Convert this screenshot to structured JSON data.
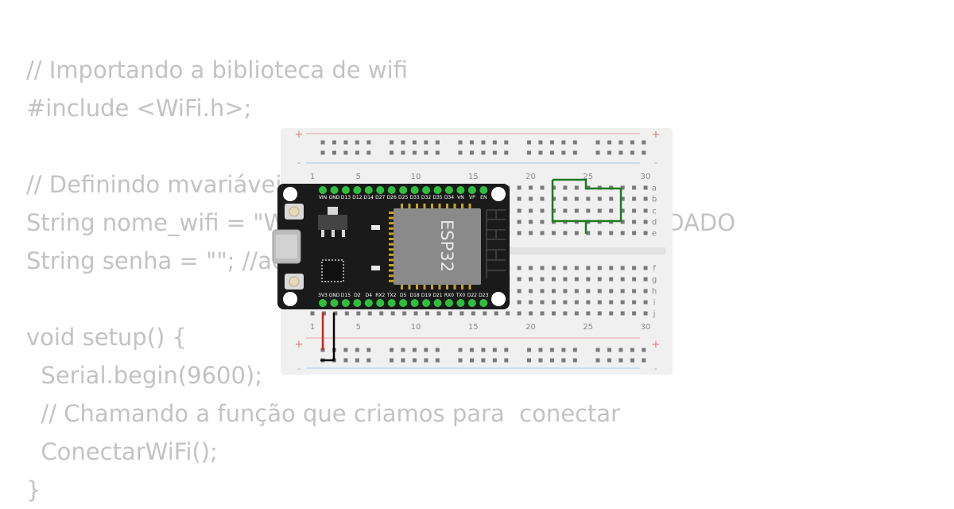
{
  "code_lines": [
    "// Importando a biblioteca de wifi",
    "#include <WiFi.h>;",
    "",
    "// Definindo mvariáveis de conexão",
    "String nome_wifi = \"Wokwi-GUEST\"; //COLOQUE O SEU DADO",
    "String senha = \"\"; //adicione a sua senha",
    "",
    "void setup() {",
    "  Serial.begin(9600);",
    "  // Chamando a função que criamos para  conectar",
    "  ConectarWiFi();",
    "}"
  ],
  "breadboard": {
    "column_numbers": [
      "1",
      "5",
      "10",
      "15",
      "20",
      "25",
      "30"
    ],
    "row_letters_top": [
      "a",
      "b",
      "c",
      "d",
      "e"
    ],
    "row_letters_bottom": [
      "f",
      "g",
      "h",
      "i",
      "j"
    ],
    "rail_plus": "+",
    "rail_minus": "-"
  },
  "esp32": {
    "chip_label": "ESP32",
    "top_pins": [
      "VIN",
      "GND",
      "D13",
      "D12",
      "D14",
      "D27",
      "D26",
      "D25",
      "D33",
      "D32",
      "D35",
      "D34",
      "VN",
      "VP",
      "EN"
    ],
    "bottom_pins": [
      "3V3",
      "GND",
      "D15",
      "D2",
      "D4",
      "RX2",
      "TX2",
      "D5",
      "D18",
      "D19",
      "D21",
      "RX0",
      "TX0",
      "D22",
      "D23"
    ]
  },
  "colors": {
    "code_text": "#c3c3c3",
    "board_body": "#1a1a1a",
    "pin_green": "#2fbf3b",
    "chip_gray": "#8a8a8a",
    "wire_green": "#1e7a1e",
    "wire_red": "#d42020",
    "wire_black": "#000000",
    "rail_red": "#e8a3a3",
    "rail_blue": "#a9c8e8"
  }
}
